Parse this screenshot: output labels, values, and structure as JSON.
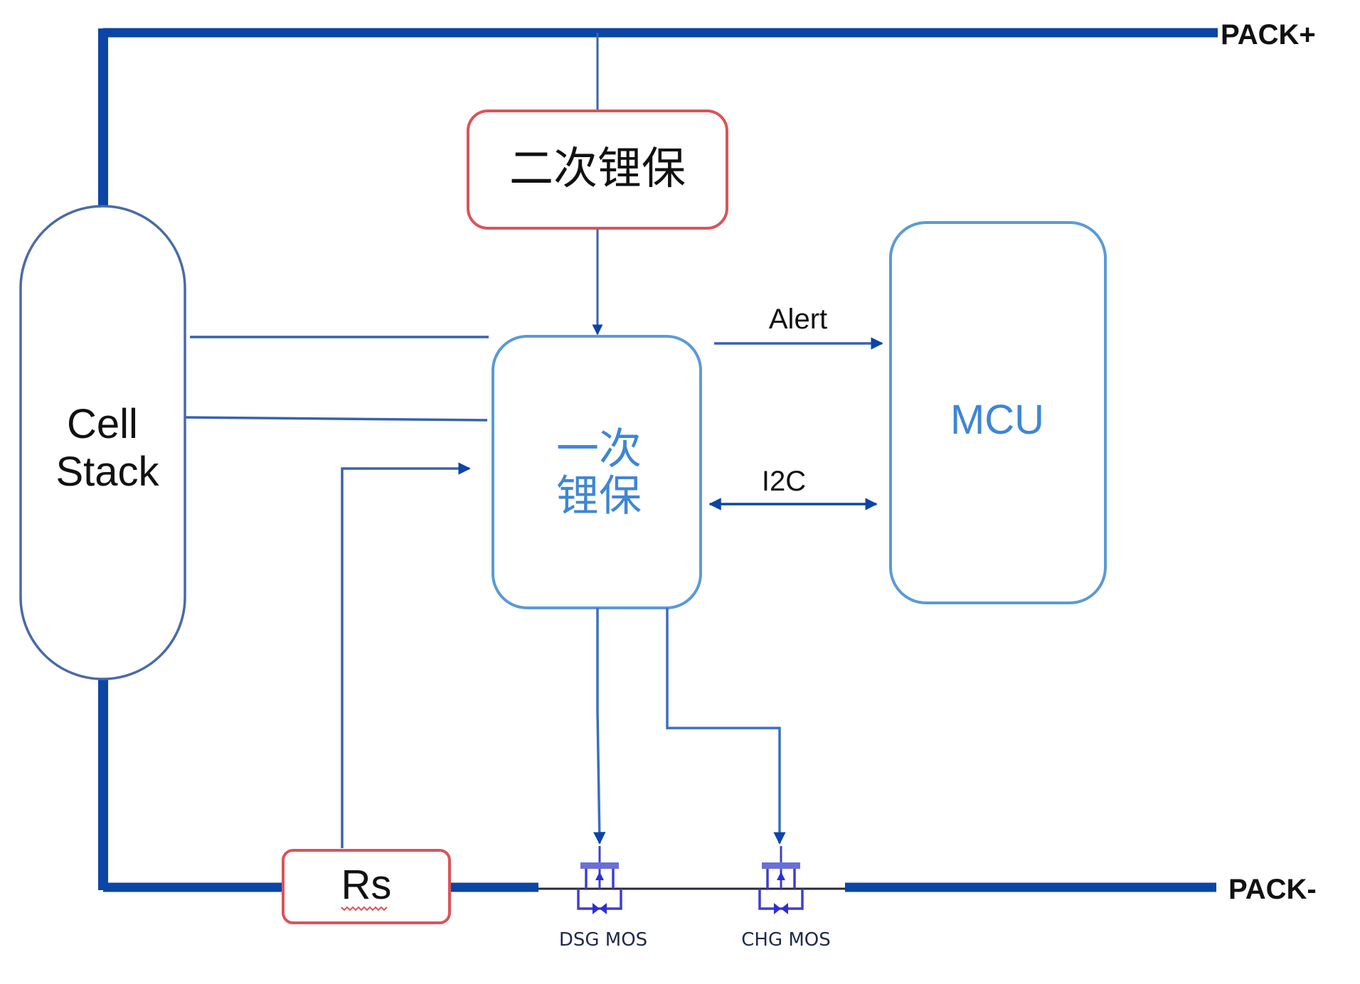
{
  "diagram": {
    "title": "BMS protection block diagram",
    "terminals": {
      "pack_plus": "PACK+",
      "pack_minus": "PACK-"
    },
    "blocks": {
      "cell_stack": {
        "line1": "Cell",
        "line2": "Stack"
      },
      "secondary_protector": {
        "label": "二次锂保"
      },
      "primary_protector": {
        "line1": "一次",
        "line2": "锂保"
      },
      "mcu": {
        "label": "MCU"
      },
      "sense_resistor": {
        "label": "Rs"
      }
    },
    "signals": {
      "alert": "Alert",
      "i2c": "I2C"
    },
    "switches": {
      "dsg": "DSG MOS",
      "chg": "CHG MOS"
    },
    "colors": {
      "power_bus": "#0b45a5",
      "signal_line": "#3a62ad",
      "block_blue": "#5a9ad6",
      "block_red": "#d9545a",
      "mcu_text": "#3f86d4",
      "mosfet": "#3d3fd1"
    }
  }
}
